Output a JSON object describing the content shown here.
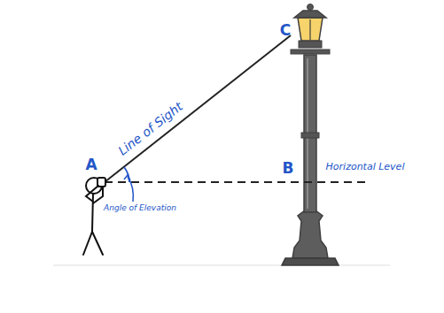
{
  "diagram": {
    "labels": [
      "C",
      "Line of Sight",
      "A",
      "B",
      "Horizontal Level",
      "Angle of Elevation"
    ]
  }
}
